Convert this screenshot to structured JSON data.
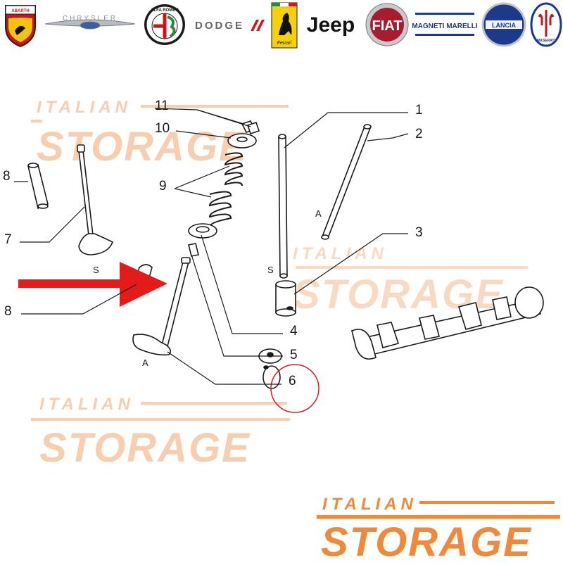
{
  "brand_logos": [
    {
      "name": "Abarth",
      "label": "ABARTH"
    },
    {
      "name": "Chrysler",
      "label": "CHRYSLER"
    },
    {
      "name": "Alfa Romeo",
      "label": "ALFA ROMEO"
    },
    {
      "name": "Dodge",
      "label": "DODGE"
    },
    {
      "name": "Ferrari",
      "label": "Ferrari"
    },
    {
      "name": "Jeep",
      "label": "Jeep"
    },
    {
      "name": "Fiat",
      "label": "FIAT"
    },
    {
      "name": "Magneti Marelli",
      "label": "MAGNETI MARELLI"
    },
    {
      "name": "Lancia",
      "label": "LANCIA"
    },
    {
      "name": "Maserati",
      "label": "MASERATI"
    }
  ],
  "diagram": {
    "callouts": [
      "1",
      "2",
      "3",
      "4",
      "5",
      "6",
      "7",
      "8",
      "8",
      "9",
      "10",
      "11"
    ],
    "side_labels": {
      "intake": "A",
      "exhaust": "S"
    },
    "highlighted_callout": "6",
    "arrow_target": "8",
    "colors": {
      "arrow": "#e41b1b",
      "highlight_circle": "#d32020",
      "line_art": "#1a1a1a",
      "watermark": "#f7c9a6",
      "brand_orange": "#f08a3a"
    }
  },
  "watermark": {
    "line1": "ITALIAN",
    "line2": "STORAGE"
  },
  "footer_logo": {
    "line1": "ITALIAN",
    "line2": "STORAGE",
    "color": "#f08a3a"
  }
}
